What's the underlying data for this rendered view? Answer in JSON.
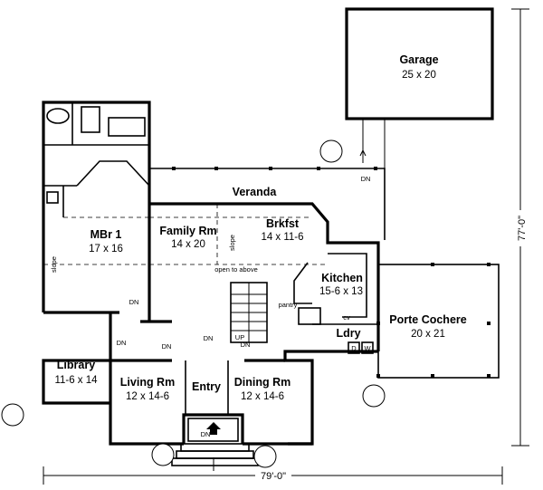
{
  "plan": {
    "rooms": [
      {
        "id": "garage",
        "name": "Garage",
        "size": "25 x 20"
      },
      {
        "id": "veranda",
        "name": "Veranda",
        "size": ""
      },
      {
        "id": "mbr1",
        "name": "MBr 1",
        "size": "17 x 16"
      },
      {
        "id": "family",
        "name": "Family Rm",
        "size": "14 x 20"
      },
      {
        "id": "brkfst",
        "name": "Brkfst",
        "size": "14 x 11-6"
      },
      {
        "id": "kitchen",
        "name": "Kitchen",
        "size": "15-6 x 13"
      },
      {
        "id": "porte",
        "name": "Porte Cochere",
        "size": "20 x 21"
      },
      {
        "id": "library",
        "name": "Library",
        "size": "11-6 x 14"
      },
      {
        "id": "living",
        "name": "Living Rm",
        "size": "12 x 14-6"
      },
      {
        "id": "entry",
        "name": "Entry",
        "size": ""
      },
      {
        "id": "dining",
        "name": "Dining Rm",
        "size": "12 x 14-6"
      },
      {
        "id": "ldry",
        "name": "Ldry",
        "size": ""
      }
    ],
    "notes": {
      "open_to_above": "open to above",
      "pantry": "pantry",
      "slope": "slope",
      "up": "UP",
      "dn": "DN",
      "cv": "cv",
      "dryer": "D",
      "washer": "W"
    },
    "dimensions": {
      "width": "79'-0\"",
      "depth": "77'-0\""
    }
  }
}
